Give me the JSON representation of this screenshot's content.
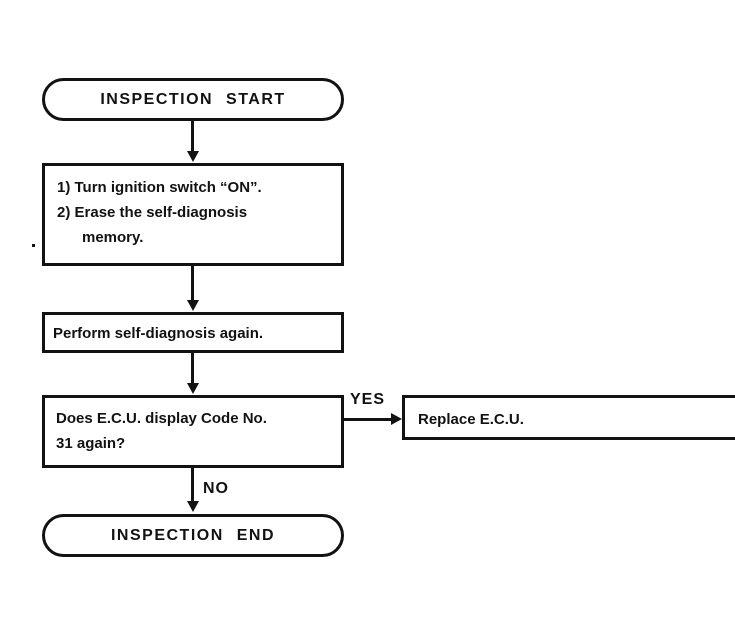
{
  "flowchart": {
    "start": {
      "label": "INSPECTION START"
    },
    "step_erase": {
      "line1": "1)  Turn ignition switch “ON”.",
      "line2": "2)  Erase the self-diagnosis",
      "line3": "memory."
    },
    "step_perform": {
      "label": "Perform self-diagnosis again."
    },
    "decision": {
      "line1": "Does E.C.U. display Code No.",
      "line2": "31 again?"
    },
    "branches": {
      "yes_label": "YES",
      "no_label": "NO"
    },
    "action_replace": {
      "label": "Replace E.C.U."
    },
    "end": {
      "label": "INSPECTION END"
    },
    "colors": {
      "ink": "#121212",
      "background": "#ffffff"
    }
  }
}
